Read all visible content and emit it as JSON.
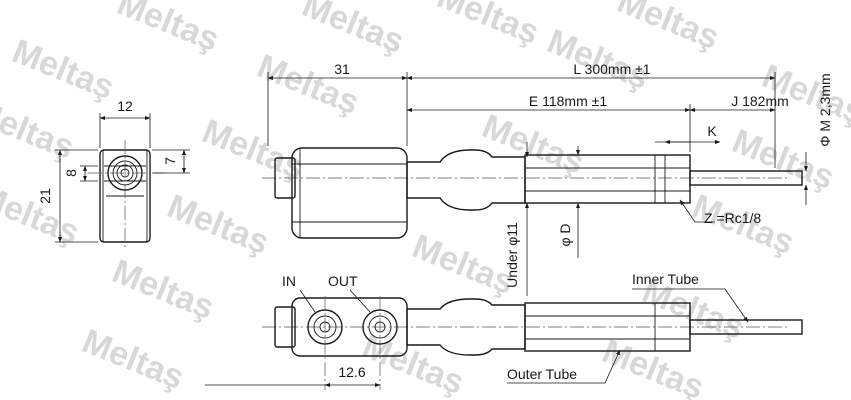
{
  "watermark": "Meltaş",
  "front_view": {
    "width_label": "12",
    "height_label": "21",
    "port_label": "8",
    "offset_label": "7"
  },
  "side_view": {
    "head_length_label": "31",
    "total_length_label": "L 300mm ±1",
    "e_length_label": "E  118mm ±1",
    "j_length_label": "J  182mm",
    "k_label": "K",
    "dia_m_label": "Φ M  2,3mm",
    "thread_label": "Z =Rc1/8",
    "dia_d_label": "φ D",
    "under_label": "Under φ11"
  },
  "top_view": {
    "in_label": "IN",
    "out_label": "OUT",
    "pitch_label": "12.6",
    "inner_tube_label": "Inner Tube",
    "outer_tube_label": "Outer Tube"
  }
}
